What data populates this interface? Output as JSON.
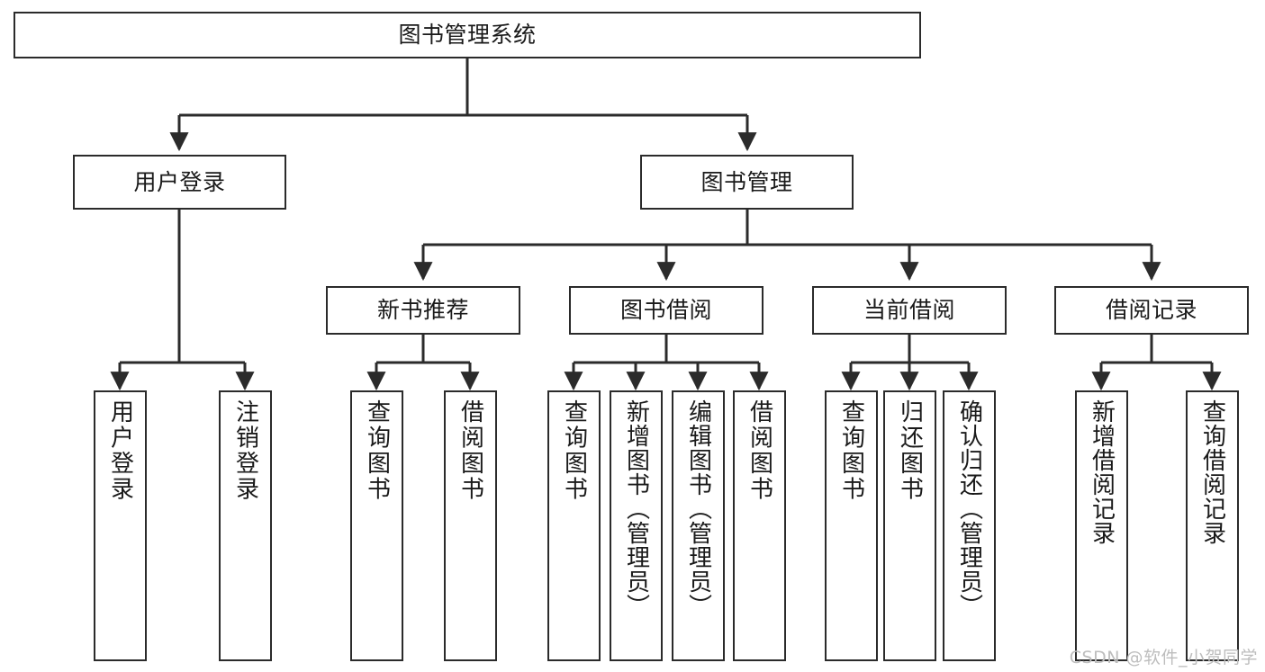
{
  "diagram": {
    "title": "图书管理系统",
    "watermark": "CSDN @软件_小贺同学",
    "colors": {
      "box_border": "#2b2b2b",
      "box_fill": "#ffffff",
      "edge": "#2b2b2b",
      "text": "#1a1a1a",
      "watermark": "#bdbdbd"
    },
    "root": {
      "label": "图书管理系统"
    },
    "level2": [
      {
        "label": "用户登录"
      },
      {
        "label": "图书管理"
      }
    ],
    "level3": [
      {
        "label": "新书推荐"
      },
      {
        "label": "图书借阅"
      },
      {
        "label": "当前借阅"
      },
      {
        "label": "借阅记录"
      }
    ],
    "leaves": {
      "user_login": [
        {
          "label": "用户登录"
        },
        {
          "label": "注销登录"
        }
      ],
      "new_book": [
        {
          "label": "查询图书"
        },
        {
          "label": "借阅图书"
        }
      ],
      "borrow_book": [
        {
          "label": "查询图书"
        },
        {
          "label": "新增图书（管理员）"
        },
        {
          "label": "编辑图书（管理员）"
        },
        {
          "label": "借阅图书"
        }
      ],
      "current_borrow": [
        {
          "label": "查询图书"
        },
        {
          "label": "归还图书"
        },
        {
          "label": "确认归还（管理员）"
        }
      ],
      "borrow_record": [
        {
          "label": "新增借阅记录"
        },
        {
          "label": "查询借阅记录"
        }
      ]
    }
  }
}
